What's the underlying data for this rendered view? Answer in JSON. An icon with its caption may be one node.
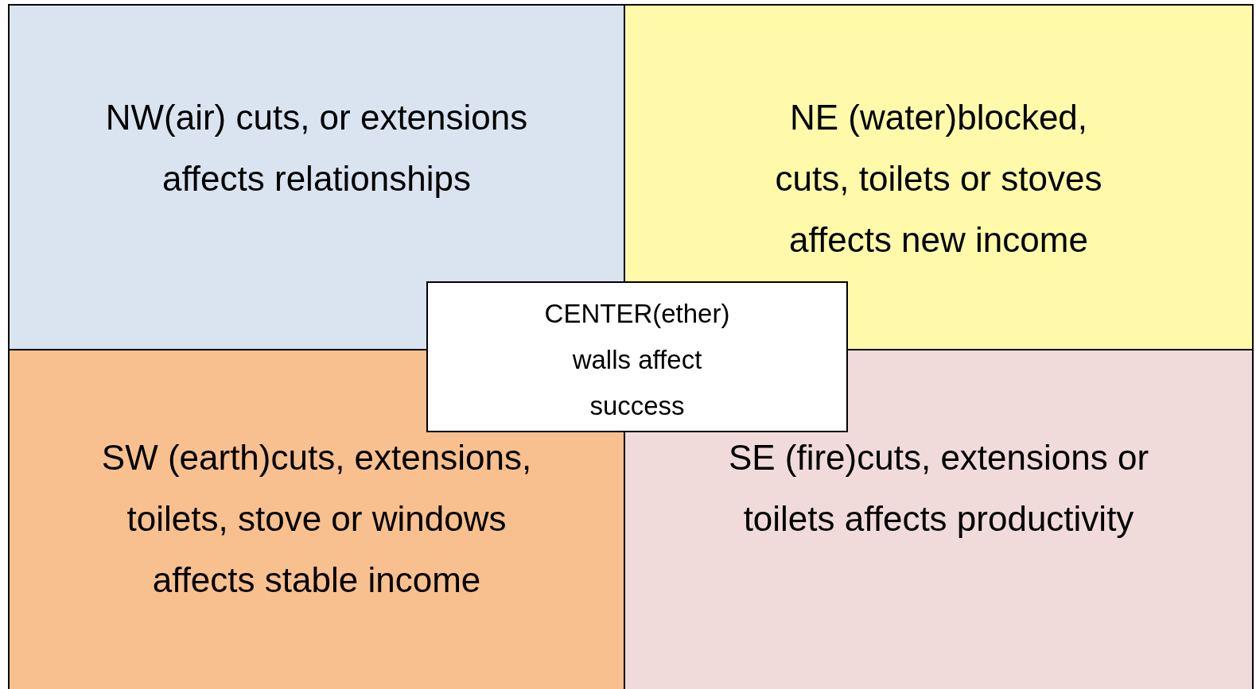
{
  "diagram": {
    "nodes": [
      {
        "text": [
          "NW(air) cuts, or extensions affects relationships"
        ]
      },
      {
        "text": [
          "NE (water)blocked, cuts, toilets or stoves affects new income"
        ]
      },
      {
        "text": [
          "SW (earth)cuts, extensions, toilets, stove or windows affects stable income"
        ]
      },
      {
        "text": [
          "SE (fire)cuts, extensions or toilets affects productivity"
        ]
      },
      {
        "text": [
          "CENTER(ether) walls affect success"
        ]
      }
    ]
  }
}
